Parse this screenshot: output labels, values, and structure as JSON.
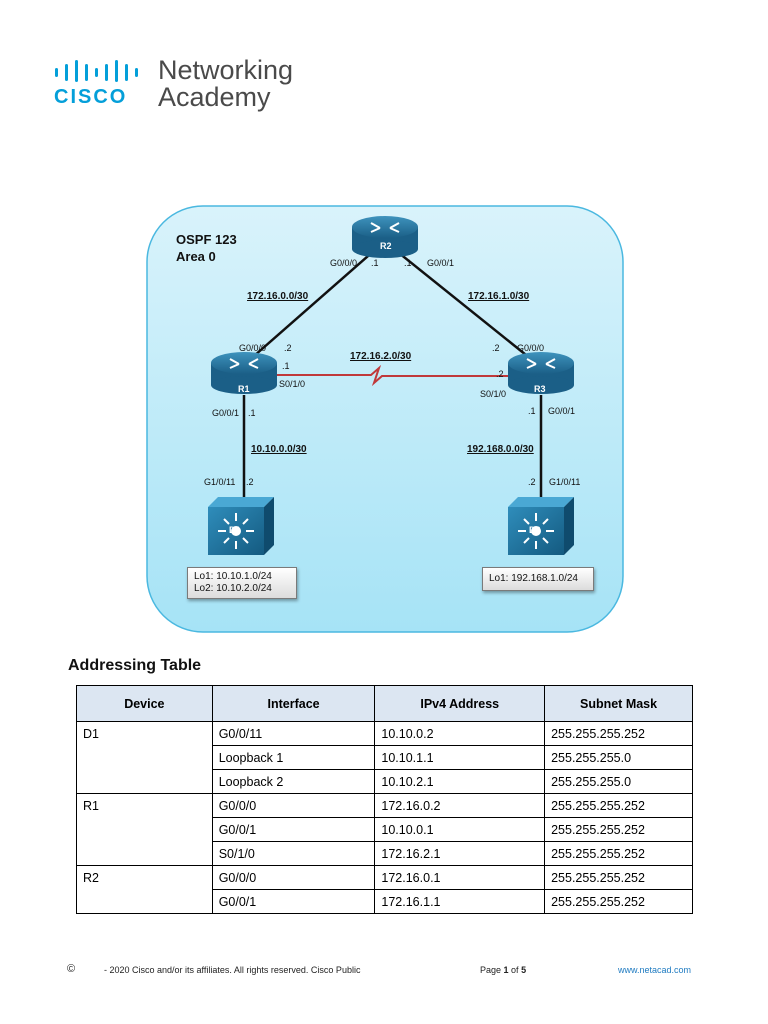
{
  "logo": {
    "brand": "cisco",
    "line1": "Networking",
    "line2": "Academy"
  },
  "topology": {
    "title": "OSPF 123",
    "area": "Area 0",
    "routers": {
      "r1": "R1",
      "r2": "R2",
      "r3": "R3"
    },
    "switches": {
      "d1": "D1",
      "d2": "D2"
    },
    "networks": {
      "r1_r2": "172.16.0.0/30",
      "r2_r3": "172.16.1.0/30",
      "r1_r3": "172.16.2.0/30",
      "r1_d1": "10.10.0.0/30",
      "r3_d2": "192.168.0.0/30"
    },
    "labels": {
      "r2_g000": "G0/0/0",
      "r2_g000_host": ".1",
      "r2_g001": "G0/0/1",
      "r2_g001_host": ".1",
      "r1_g000": "G0/0/0",
      "r1_g000_host": ".2",
      "r1_s010_host": ".1",
      "r1_s010": "S0/1/0",
      "r1_g001": "G0/0/1",
      "r1_g001_host": ".1",
      "r3_g000_host": ".2",
      "r3_g000": "G0/0/0",
      "r3_s010_host": ".2",
      "r3_s010": "S0/1/0",
      "r3_g001_host": ".1",
      "r3_g001": "G0/0/1",
      "d1_g1011": "G1/0/11",
      "d1_host": ".2",
      "d2_host": ".2",
      "d2_g1011": "G1/0/11"
    },
    "d1_loopbacks": [
      "Lo1: 10.10.1.0/24",
      "Lo2: 10.10.2.0/24"
    ],
    "d2_loopbacks": [
      "Lo1: 192.168.1.0/24"
    ]
  },
  "addressing": {
    "title": "Addressing Table",
    "headers": [
      "Device",
      "Interface",
      "IPv4 Address",
      "Subnet Mask"
    ],
    "rows": [
      [
        "D1",
        "G0/0/11",
        "10.10.0.2",
        "255.255.255.252"
      ],
      [
        "",
        "Loopback 1",
        "10.10.1.1",
        "255.255.255.0"
      ],
      [
        "",
        "Loopback 2",
        "10.10.2.1",
        "255.255.255.0"
      ],
      [
        "R1",
        "G0/0/0",
        "172.16.0.2",
        "255.255.255.252"
      ],
      [
        "",
        "G0/0/1",
        "10.10.0.1",
        "255.255.255.252"
      ],
      [
        "",
        "S0/1/0",
        "172.16.2.1",
        "255.255.255.252"
      ],
      [
        "R2",
        "G0/0/0",
        "172.16.0.1",
        "255.255.255.252"
      ],
      [
        "",
        "G0/0/1",
        "172.16.1.1",
        "255.255.255.252"
      ]
    ]
  },
  "footer": {
    "copyright_symbol": "©",
    "copyright": "- 2020 Cisco and/or its affiliates. All rights reserved. Cisco Public",
    "page_prefix": "Page ",
    "page_num": "1",
    "page_of": " of ",
    "page_total": "5",
    "site": "www.netacad.com"
  }
}
